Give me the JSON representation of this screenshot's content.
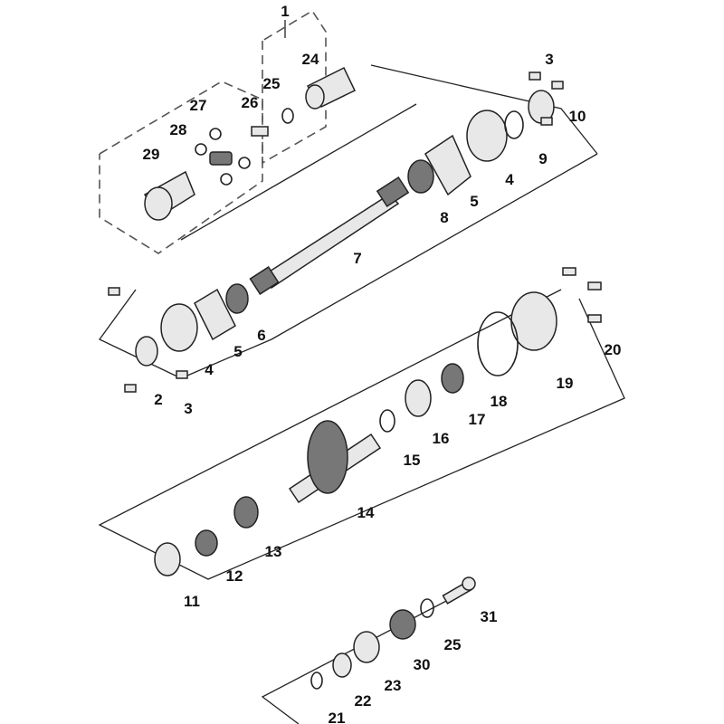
{
  "diagram": {
    "type": "exploded-parts-diagram",
    "callouts": [
      "1",
      "24",
      "25",
      "26",
      "27",
      "28",
      "29",
      "3",
      "10",
      "9",
      "4",
      "5",
      "8",
      "7",
      "6",
      "5",
      "4",
      "2",
      "3",
      "20",
      "19",
      "18",
      "17",
      "16",
      "15",
      "14",
      "13",
      "12",
      "11",
      "31",
      "25",
      "30",
      "23",
      "22",
      "21"
    ]
  }
}
